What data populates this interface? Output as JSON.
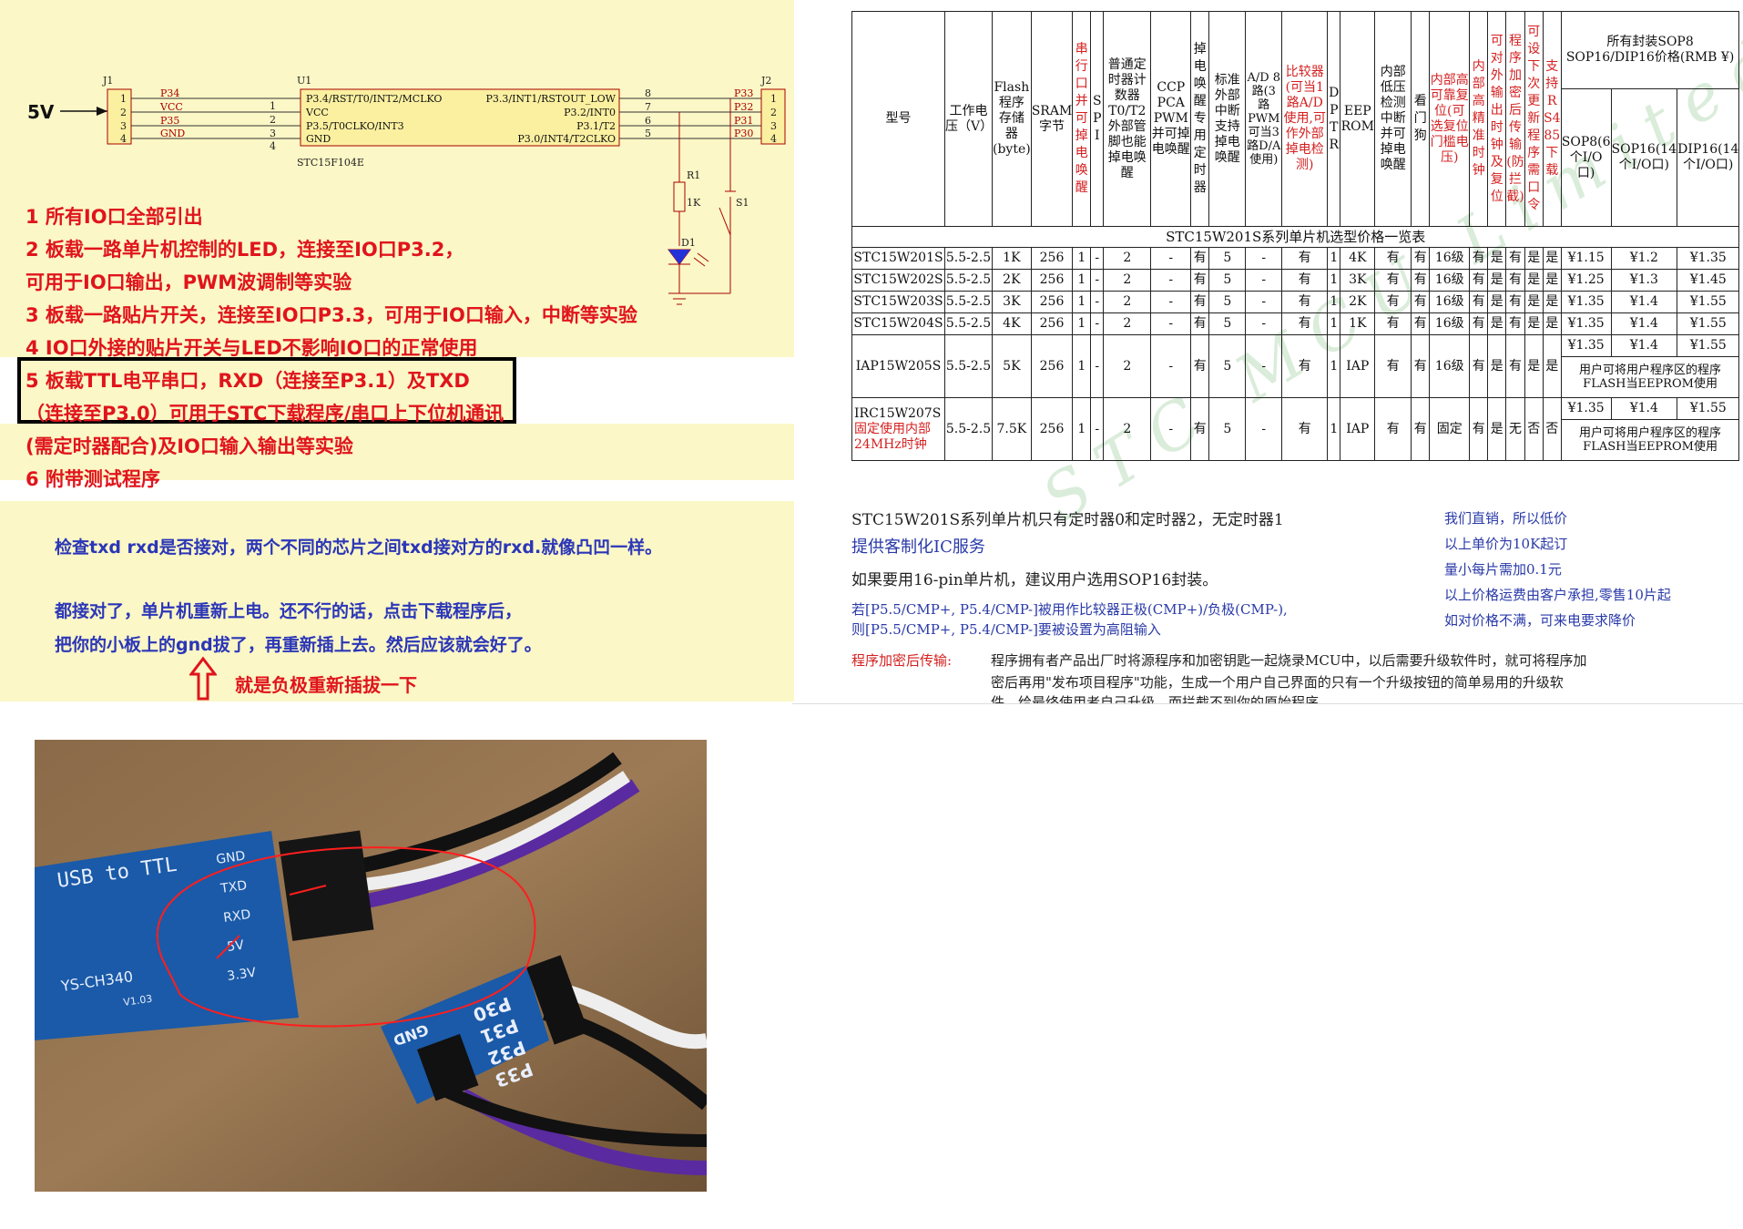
{
  "schematic": {
    "power_label": "5V",
    "j1": "J1",
    "u1": "U1",
    "j2": "J2",
    "chip_name": "STC15F104E",
    "left_pins": [
      {
        "num": "1",
        "net": "P34",
        "func": "P3.4/RST/T0/INT2/MCLKO",
        "pin": "1"
      },
      {
        "num": "2",
        "net": "VCC",
        "func": "VCC",
        "pin": "2"
      },
      {
        "num": "3",
        "net": "P35",
        "func": "P3.5/T0CLKO/INT3",
        "pin": "3"
      },
      {
        "num": "4",
        "net": "GND",
        "func": "GND",
        "pin": "4"
      }
    ],
    "right_pins": [
      {
        "num": "1",
        "net": "P33",
        "func": "P3.3/INT1/RSTOUT_LOW",
        "pin": "8"
      },
      {
        "num": "2",
        "net": "P32",
        "func": "P3.2/INT0",
        "pin": "7"
      },
      {
        "num": "3",
        "net": "P31",
        "func": "P3.1/T2",
        "pin": "6"
      },
      {
        "num": "4",
        "net": "P30",
        "func": "P3.0/INT4/T2CLKO",
        "pin": "5"
      }
    ],
    "r1": "R1",
    "r1_value": "1K",
    "d1": "D1",
    "s1": "S1"
  },
  "features": [
    "1 所有IO口全部引出",
    "2 板载一路单片机控制的LED，连接至IO口P3.2，",
    "可用于IO口输出，PWM波调制等实验",
    "3 板载一路贴片开关，连接至IO口P3.3，可用于IO口输入，中断等实验",
    "4 IO口外接的贴片开关与LED不影响IO口的正常使用",
    "5 板载TTL电平串口，RXD（连接至P3.1）及TXD",
    "（连接至P3.0）可用于STC下载程序/串口上下位机通讯",
    "(需定时器配合)及IO口输入输出等实验",
    "6 附带测试程序"
  ],
  "notes": {
    "line1": "检查txd rxd是否接对，两个不同的芯片之间txd接对方的rxd.就像凸凹一样。",
    "line2": "都接对了，单片机重新上电。还不行的话，点击下载程序后，",
    "line3": "把你的小板上的gnd拔了，再重新插上去。然后应该就会好了。",
    "arrow_note": "就是负极重新插拔一下"
  },
  "photo": {
    "usb_title": "USB to TTL",
    "pins": [
      "GND",
      "TXD",
      "RXD",
      "5V",
      "3.3V"
    ],
    "model": "YS-CH340",
    "version": "V1.03",
    "board_pins": [
      "P30",
      "P31",
      "P32",
      "P33"
    ],
    "board_gnd": "GND"
  },
  "table": {
    "headers": {
      "model": "型号",
      "voltage": "工作电压（V）",
      "flash": "Flash程序存储器(byte)",
      "sram": "SRAM字节",
      "uart": "串行口并可掉电唤醒",
      "spi": "SPI",
      "timers": "普通定时器计数器T0/T2外部管脚也能掉电唤醒",
      "ccp": "CCP PCA PWM并可掉电唤醒",
      "wake_timer": "掉电唤醒专用定时器",
      "ext_int": "标准外部中断支持掉电唤醒",
      "adc": "A/D 8路(3路PWM可当3路D/A使用)",
      "comparator": "比较器(可当1路A/D使用,可作外部掉电检测)",
      "dptr": "DPTR",
      "eeprom": "EEP ROM",
      "lvd": "内部低压检测中断并可掉电唤醒",
      "wdt": "看门狗",
      "reset": "内部高可靠复位(可选复位门槛电压)",
      "clock": "内部高精准时钟",
      "clock_out": "可对外输出时钟及复位",
      "encrypt": "程序加密后传输(防拦截)",
      "update_pwd": "可设下次更新程序需口令",
      "rs485": "支持RS485下载",
      "package_group": "所有封装SOP8 SOP16/DIP16价格(RMB ¥)",
      "sop8": "SOP8(6个I/O口)",
      "sop16": "SOP16(14个I/O口)",
      "dip16": "DIP16(14个I/O口)"
    },
    "title": "STC15W201S系列单片机选型价格一览表",
    "rows": [
      {
        "model": "STC15W201S",
        "v": "5.5-2.5",
        "flash": "1K",
        "sram": "256",
        "uart": "1",
        "spi": "-",
        "tmr": "2",
        "ccp": "-",
        "wk": "有",
        "ext": "5",
        "adc": "-",
        "cmp": "有",
        "dptr": "1",
        "eep": "4K",
        "lvd": "有",
        "wdt": "有",
        "rst": "16级",
        "clk": "有",
        "co": "是",
        "enc": "有",
        "pwd": "是",
        "rs": "是",
        "p1": "¥1.15",
        "p2": "¥1.2",
        "p3": "¥1.35"
      },
      {
        "model": "STC15W202S",
        "v": "5.5-2.5",
        "flash": "2K",
        "sram": "256",
        "uart": "1",
        "spi": "-",
        "tmr": "2",
        "ccp": "-",
        "wk": "有",
        "ext": "5",
        "adc": "-",
        "cmp": "有",
        "dptr": "1",
        "eep": "3K",
        "lvd": "有",
        "wdt": "有",
        "rst": "16级",
        "clk": "有",
        "co": "是",
        "enc": "有",
        "pwd": "是",
        "rs": "是",
        "p1": "¥1.25",
        "p2": "¥1.3",
        "p3": "¥1.45"
      },
      {
        "model": "STC15W203S",
        "v": "5.5-2.5",
        "flash": "3K",
        "sram": "256",
        "uart": "1",
        "spi": "-",
        "tmr": "2",
        "ccp": "-",
        "wk": "有",
        "ext": "5",
        "adc": "-",
        "cmp": "有",
        "dptr": "1",
        "eep": "2K",
        "lvd": "有",
        "wdt": "有",
        "rst": "16级",
        "clk": "有",
        "co": "是",
        "enc": "有",
        "pwd": "是",
        "rs": "是",
        "p1": "¥1.35",
        "p2": "¥1.4",
        "p3": "¥1.55"
      },
      {
        "model": "STC15W204S",
        "v": "5.5-2.5",
        "flash": "4K",
        "sram": "256",
        "uart": "1",
        "spi": "-",
        "tmr": "2",
        "ccp": "-",
        "wk": "有",
        "ext": "5",
        "adc": "-",
        "cmp": "有",
        "dptr": "1",
        "eep": "1K",
        "lvd": "有",
        "wdt": "有",
        "rst": "16级",
        "clk": "有",
        "co": "是",
        "enc": "有",
        "pwd": "是",
        "rs": "是",
        "p1": "¥1.35",
        "p2": "¥1.4",
        "p3": "¥1.55"
      }
    ],
    "iap205": {
      "model": "IAP15W205S",
      "v": "5.5-2.5",
      "flash": "5K",
      "sram": "256",
      "uart": "1",
      "spi": "-",
      "tmr": "2",
      "ccp": "-",
      "wk": "有",
      "ext": "5",
      "adc": "-",
      "cmp": "有",
      "dptr": "1",
      "eep": "IAP",
      "lvd": "有",
      "wdt": "有",
      "rst": "16级",
      "clk": "有",
      "co": "是",
      "enc": "有",
      "pwd": "是",
      "rs": "是",
      "p1": "¥1.35",
      "p2": "¥1.4",
      "p3": "¥1.55",
      "note": "用户可将用户程序区的程序FLASH当EEPROM使用"
    },
    "irc207": {
      "model": "IRC15W207S",
      "model_note": "固定使用内部24MHz时钟",
      "v": "5.5-2.5",
      "flash": "7.5K",
      "sram": "256",
      "uart": "1",
      "spi": "-",
      "tmr": "2",
      "ccp": "-",
      "wk": "有",
      "ext": "5",
      "adc": "-",
      "cmp": "有",
      "dptr": "1",
      "eep": "IAP",
      "lvd": "有",
      "wdt": "有",
      "rst": "固定",
      "clk": "有",
      "co": "是",
      "enc": "无",
      "pwd": "否",
      "rs": "否",
      "p1": "¥1.35",
      "p2": "¥1.4",
      "p3": "¥1.55",
      "note": "用户可将用户程序区的程序FLASH当EEPROM使用"
    }
  },
  "below_table": {
    "timer_note": "STC15W201S系列单片机只有定时器0和定时器2，无定时器1",
    "custom_ic": "提供客制化IC服务",
    "sop16_note": "如果要用16-pin单片机，建议用户选用SOP16封装。",
    "cmp_note1": "若[P5.5/CMP+, P5.4/CMP-]被用作比较器正极(CMP+)/负极(CMP-),",
    "cmp_note2": "则[P5.5/CMP+, P5.4/CMP-]要被设置为高阻输入",
    "sale1": "我们直销，所以低价",
    "sale2": "以上单价为10K起订",
    "sale3": "量小每片需加0.1元",
    "sale4": "以上价格运费由客户承担,零售10片起",
    "sale5": "如对价格不满，可来电要求降价",
    "enc_label": "程序加密后传输:",
    "enc_text1": "程序拥有者产品出厂时将源程序和加密钥匙一起烧录MCU中，以后需要升级软件时，就可将程序加",
    "enc_text2": "密后再用\"发布项目程序\"功能，生成一个用户自己界面的只有一个升级按钮的简单易用的升级软",
    "enc_text3": "件，给最终使用者自己升级，而拦截不到你的原始程序",
    "watermark": "STC MCU Limited"
  }
}
